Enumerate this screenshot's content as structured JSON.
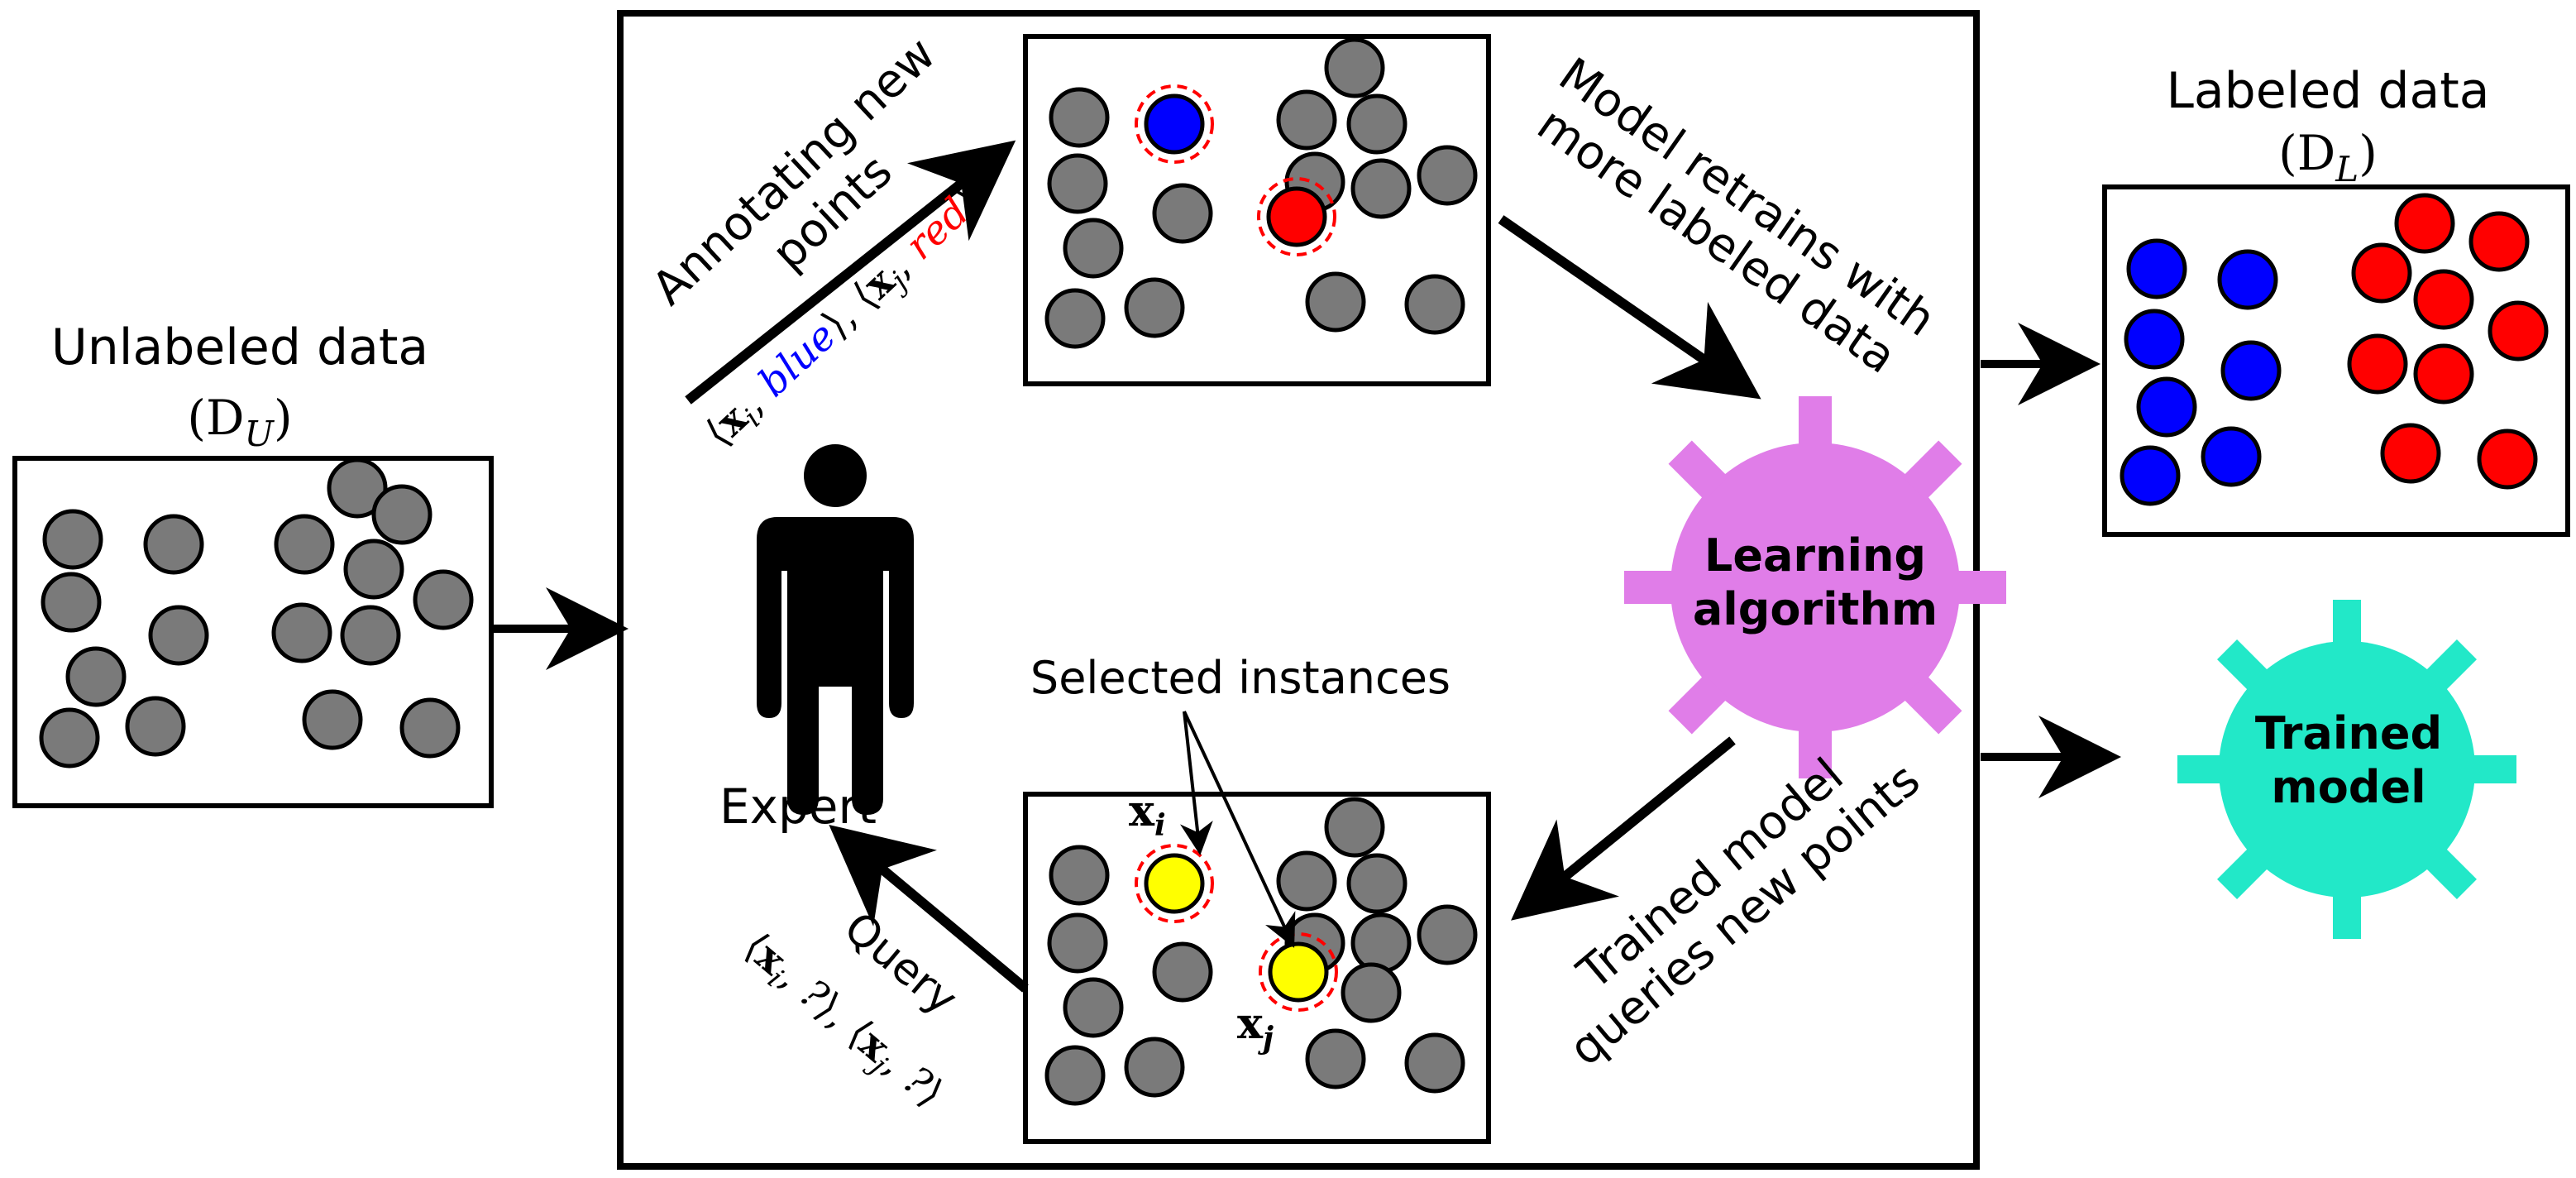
{
  "colors": {
    "unlabeled": "#7a7a7a",
    "blue": "#0000ff",
    "red": "#ff0000",
    "selected": "#ffff00",
    "learner": "#e07de8",
    "trained": "#22e8c8",
    "stroke": "#000000"
  },
  "labels": {
    "unlabeled_title": "Unlabeled data",
    "unlabeled_sym": "(D",
    "unlabeled_sub": "U",
    "labeled_title": "Labeled data",
    "labeled_sym": "(D",
    "labeled_sub": "L",
    "annotate_line1": "Annotating new",
    "annotate_line2": "points",
    "retrain_line1": "Model retrains with",
    "retrain_line2": "more labeled data",
    "learning_line1": "Learning",
    "learning_line2": "algorithm",
    "trained_line1": "Trained",
    "trained_line2": "model",
    "queries_line1": "Trained model",
    "queries_line2": "queries new points",
    "selected_instances": "Selected instances",
    "expert": "Expert",
    "query": "Query",
    "x": "x",
    "i": "i",
    "j": "j",
    "blue_word": "blue",
    "red_word": "red",
    "q_mark": "?",
    "lt": "⟨",
    "rt": "⟩",
    "comma": ", ",
    "rparen": ")"
  },
  "icons": {
    "expert": "person-icon",
    "learner": "gear-icon",
    "trained": "gear-icon"
  }
}
